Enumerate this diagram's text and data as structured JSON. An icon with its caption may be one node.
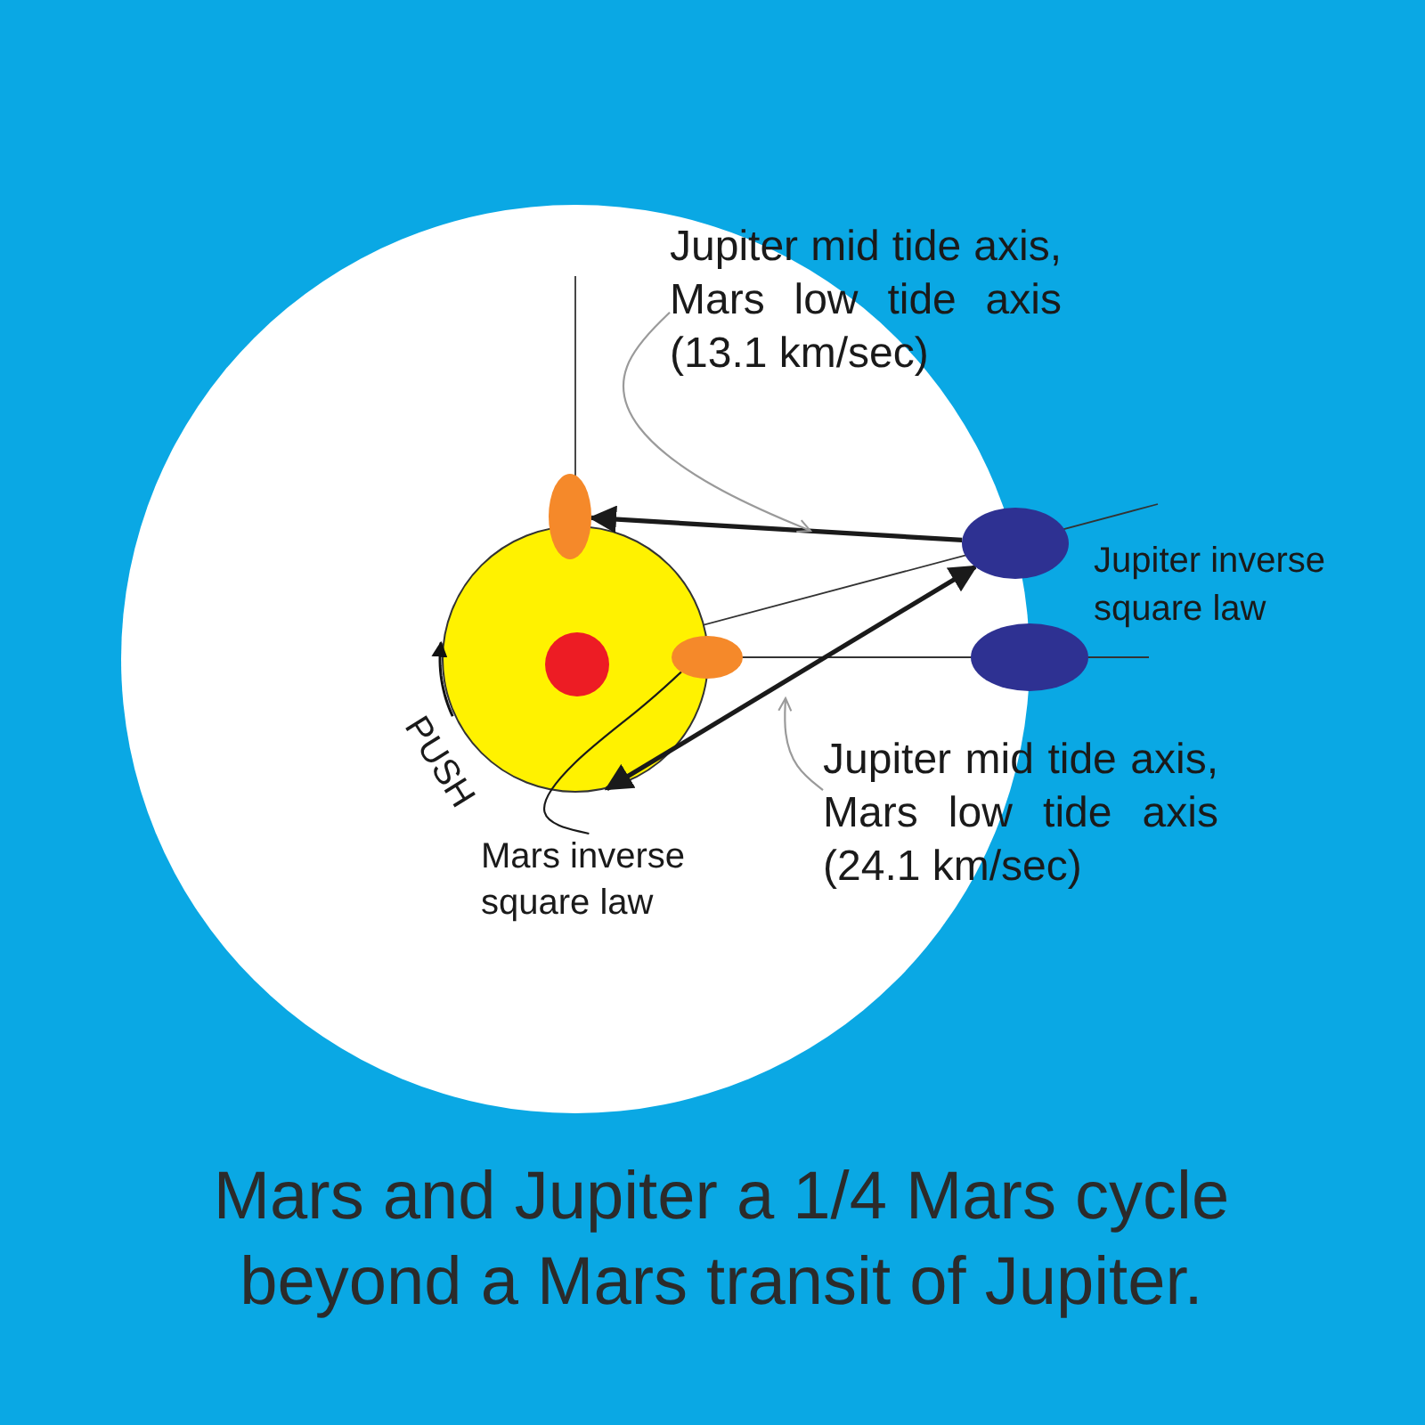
{
  "diagram": {
    "caption": "Mars and Jupiter a 1/4 Mars cycle beyond a Mars transit of Jupiter.",
    "nodes": [
      {
        "text": [],
        "shape": "circle"
      },
      {
        "text": [],
        "shape": "circle",
        "in": 0
      },
      {
        "text": [],
        "shape": "circle"
      },
      {
        "text": [],
        "shape": "circle"
      },
      {
        "text": [],
        "shape": "circle"
      },
      {
        "text": [],
        "shape": "circle"
      },
      {
        "text": [
          "Jupiter mid tide axis, Mars low tide axis (13.1 km/sec)"
        ]
      },
      {
        "text": [
          "Jupiter mid tide axis, Mars low tide axis (24.1 km/sec)"
        ]
      },
      {
        "text": [
          "Mars inverse square law"
        ]
      }
    ],
    "edges": [
      {
        "from": 4,
        "to": 2,
        "arrow": "to",
        "style": "thick"
      },
      {
        "from": 4,
        "to": 0,
        "arrow": "both",
        "style": "thick"
      },
      {
        "from": 6,
        "to": null,
        "arrow": "to",
        "color": "#9a9a9a"
      },
      {
        "from": 7,
        "to": null,
        "arrow": "to",
        "color": "#9a9a9a"
      },
      {
        "from": 8,
        "to": 3,
        "arrow": "none"
      }
    ],
    "labels": [
      "Jupiter inverse square law",
      "PUSH"
    ]
  }
}
